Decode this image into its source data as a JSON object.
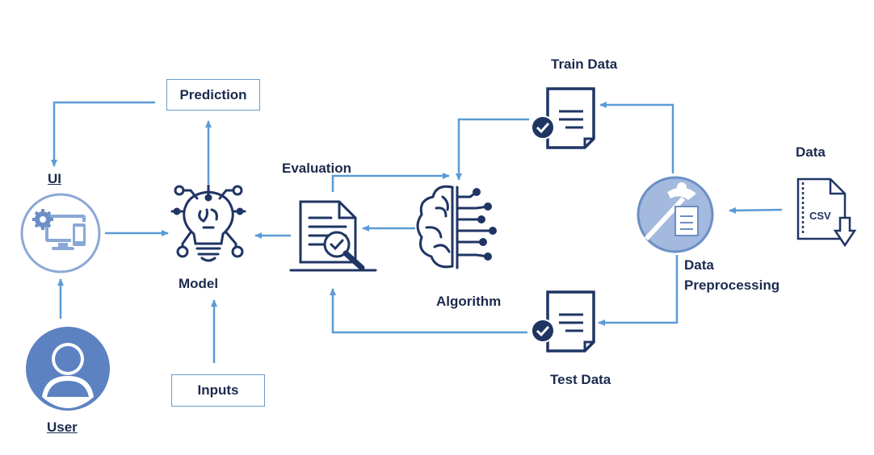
{
  "nodes": {
    "prediction": "Prediction",
    "ui": "UI",
    "user": "User",
    "model": "Model",
    "inputs": "Inputs",
    "evaluation": "Evaluation",
    "algorithm": "Algorithm",
    "train_data": "Train Data",
    "test_data": "Test Data",
    "data": "Data",
    "data_preprocessing_line1": "Data",
    "data_preprocessing_line2": "Preprocessing",
    "csv_label": "CSV"
  },
  "colors": {
    "arrow": "#5b9bd5",
    "icon_dark": "#1f3564",
    "icon_mid": "#4f74b3",
    "icon_light": "#8aa8d6",
    "text": "#1c2a4f"
  }
}
